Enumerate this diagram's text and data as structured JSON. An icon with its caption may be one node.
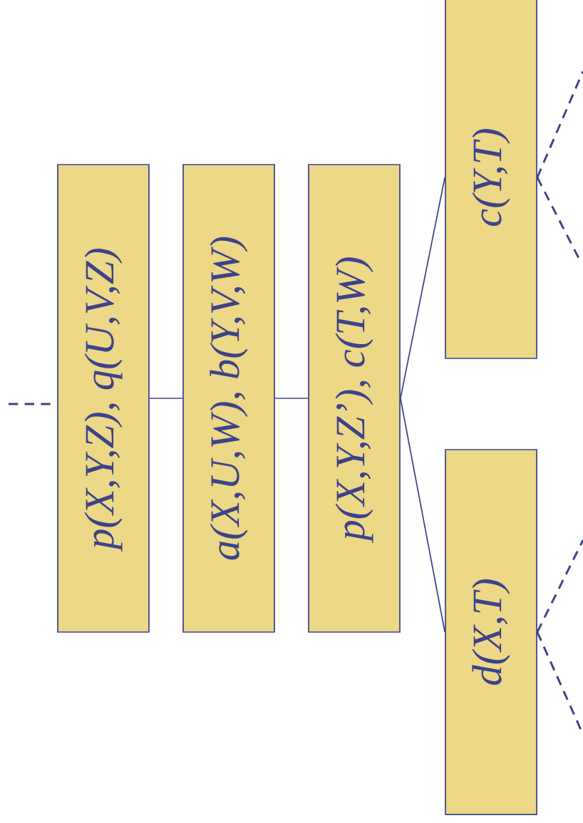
{
  "diagram": {
    "nodes": [
      {
        "text": [
          "p(X,Y,Z), q(U,V,Z)"
        ]
      },
      {
        "text": [
          "a(X,U,W), b(Y,V,W)"
        ]
      },
      {
        "text": [
          "p(X,Y,Z’), c(T,W)"
        ]
      },
      {
        "text": [
          "c(Y,T)"
        ]
      },
      {
        "text": [
          "d(X,T)"
        ]
      }
    ],
    "edges": [
      {
        "from": null,
        "to": 0,
        "arrow": "none",
        "style": "dashed"
      },
      {
        "from": 0,
        "to": 1,
        "arrow": "none"
      },
      {
        "from": 1,
        "to": 2,
        "arrow": "none"
      },
      {
        "from": 2,
        "to": 3,
        "arrow": "none"
      },
      {
        "from": 2,
        "to": 4,
        "arrow": "none"
      },
      {
        "from": 3,
        "to": null,
        "arrow": "none",
        "style": "dashed"
      },
      {
        "from": 3,
        "to": null,
        "arrow": "none",
        "style": "dashed"
      },
      {
        "from": 4,
        "to": null,
        "arrow": "none",
        "style": "dashed"
      },
      {
        "from": 4,
        "to": null,
        "arrow": "none",
        "style": "dashed"
      }
    ]
  }
}
